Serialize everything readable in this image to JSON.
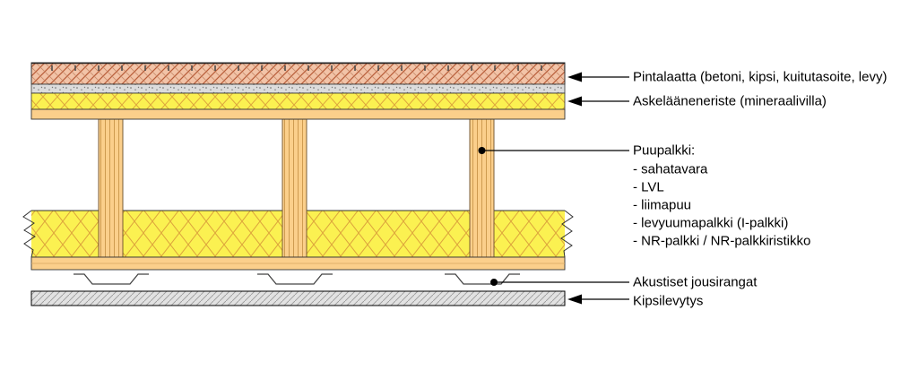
{
  "diagram": {
    "kind": "floor-structure-cross-section",
    "labels": {
      "pintalaatta": "Pintalaatta (betoni, kipsi, kuitutasoite, levy)",
      "askelaaneneriste": "Askelääneneriste (mineraalivilla)",
      "puupalkki_title": "Puupalkki:",
      "puupalkki_items": [
        "- sahatavara",
        "- LVL",
        "- liimapuu",
        "- levyuumapalkki (I-palkki)",
        "- NR-palkki / NR-palkkiristikko"
      ],
      "akustiset_jousirangat": "Akustiset jousirangat",
      "kipsilevytys": "Kipsilevytys"
    },
    "colors": {
      "surface_slab_fill": "#F2C3A7",
      "surface_slab_hatch": "#B85C38",
      "leveling_layer_fill": "#DCDCDC",
      "insulation_fill": "#FBF151",
      "insulation_hatch": "#DDA53C",
      "wood_fill": "#FBCF8B",
      "wood_stripe": "#CE9B50",
      "gypsum_fill": "#E2E2E2",
      "outline": "#333333",
      "leader": "#000000"
    }
  }
}
